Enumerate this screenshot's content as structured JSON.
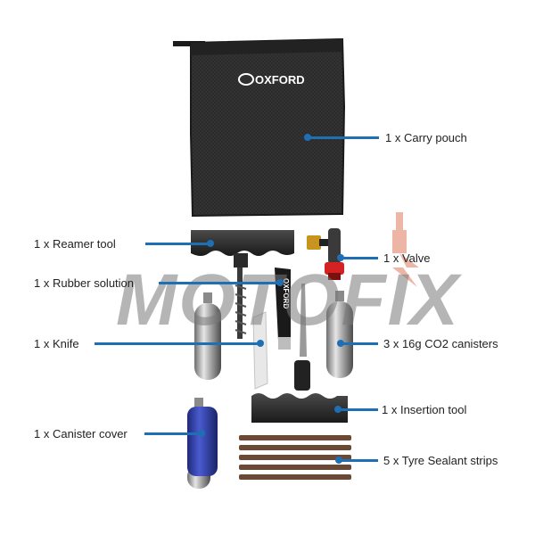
{
  "brand": {
    "logo_text": "OXFORD",
    "knife_logo_text": "OXFORD"
  },
  "watermark": {
    "text": "MOTOFIX"
  },
  "labels": {
    "carry_pouch": "1 x Carry pouch",
    "reamer_tool": "1 x Reamer tool",
    "valve": "1 x Valve",
    "rubber_solution": "1 x Rubber solution",
    "knife": "1 x Knife",
    "co2_canisters": "3 x 16g CO2 canisters",
    "insertion_tool": "1 x Insertion tool",
    "canister_cover": "1 x Canister cover",
    "sealant_strips": "5 x Tyre Sealant strips"
  },
  "colors": {
    "leader": "#1f6fb5",
    "pouch": "#2a2a2a",
    "valve_red": "#d42222",
    "valve_gold": "#c8931e",
    "canister_cover": "#2f3fa0",
    "strip": "#6b4a35"
  }
}
